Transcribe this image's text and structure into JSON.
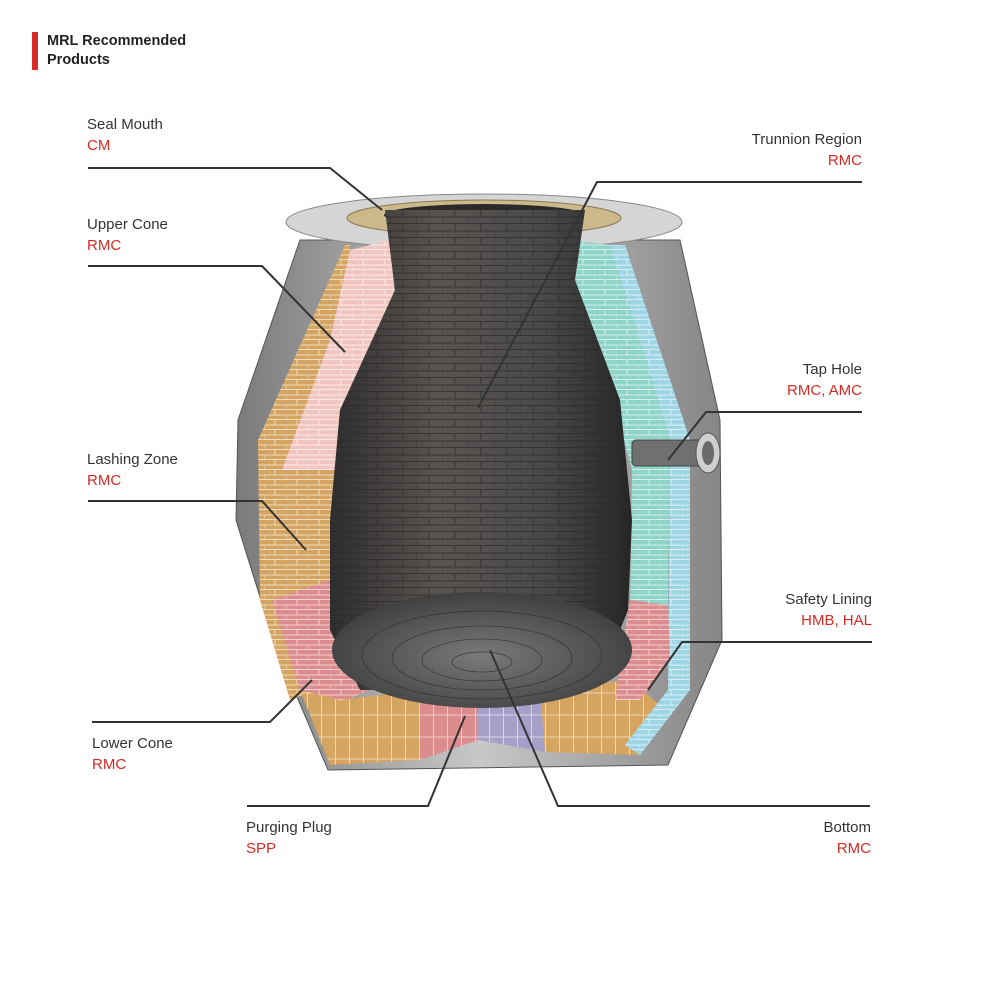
{
  "header": {
    "title": "MRL Recommended Products"
  },
  "labels": [
    {
      "id": "seal-mouth",
      "name": "Seal Mouth",
      "product": "CM"
    },
    {
      "id": "upper-cone",
      "name": "Upper Cone",
      "product": "RMC"
    },
    {
      "id": "lashing-zone",
      "name": "Lashing Zone",
      "product": "RMC"
    },
    {
      "id": "lower-cone",
      "name": "Lower Cone",
      "product": "RMC"
    },
    {
      "id": "purging-plug",
      "name": "Purging Plug",
      "product": "SPP"
    },
    {
      "id": "trunnion-region",
      "name": "Trunnion Region",
      "product": "RMC"
    },
    {
      "id": "tap-hole",
      "name": "Tap Hole",
      "product": "RMC, AMC"
    },
    {
      "id": "safety-lining",
      "name": "Safety Lining",
      "product": "HMB, HAL"
    },
    {
      "id": "bottom",
      "name": "Bottom",
      "product": "RMC"
    }
  ],
  "colors": {
    "accent": "#d62b24",
    "shell": "#9a9a9a",
    "working_lining": "#d4a460",
    "upper_cone_lining": "#f2c6c0",
    "lower_cone_lining": "#dc8c8c",
    "safety_lining_teal": "#8fd4c8",
    "safety_lining_blue": "#9fd6e6",
    "purging_plug": "#a6a0c8",
    "interior": "#4a4a4a",
    "seal_mouth": "#cdb88c"
  }
}
